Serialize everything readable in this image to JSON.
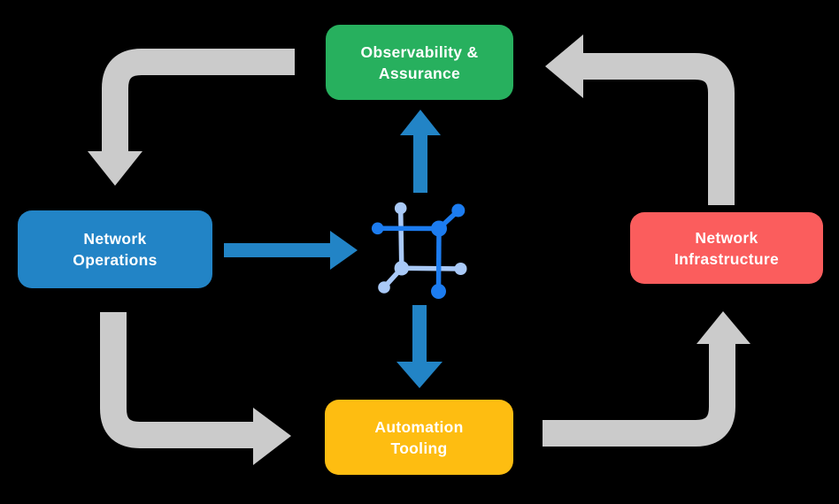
{
  "colors": {
    "background": "#000000",
    "node_green": "#27B05E",
    "node_blue": "#2284C6",
    "node_red": "#FB5D5D",
    "node_yellow": "#FEBD11",
    "arrow_gray": "#CBCBCB",
    "arrow_blue": "#2284C6",
    "icon_dark_blue": "#1C7CF0",
    "icon_light_blue": "#A9C9F7",
    "text": "#FFFFFF"
  },
  "nodes": {
    "observability": {
      "line1": "Observability &",
      "line2": "Assurance"
    },
    "operations": {
      "line1": "Network",
      "line2": "Operations"
    },
    "infrastructure": {
      "line1": "Network",
      "line2": "Infrastructure"
    },
    "tooling": {
      "line1": "Automation",
      "line2": "Tooling"
    }
  },
  "center_icon": {
    "name": "network-platform-icon"
  },
  "arrows": [
    {
      "from": "observability-assurance",
      "to": "network-operations",
      "style": "gray-elbow"
    },
    {
      "from": "network-infrastructure",
      "to": "observability-assurance",
      "style": "gray-elbow"
    },
    {
      "from": "network-operations",
      "to": "automation-tooling",
      "style": "gray-elbow"
    },
    {
      "from": "automation-tooling",
      "to": "network-infrastructure",
      "style": "gray-elbow"
    },
    {
      "from": "network-operations",
      "to": "center-icon",
      "style": "blue-straight"
    },
    {
      "from": "center-icon",
      "to": "observability-assurance",
      "style": "blue-straight"
    },
    {
      "from": "center-icon",
      "to": "automation-tooling",
      "style": "blue-straight"
    }
  ]
}
